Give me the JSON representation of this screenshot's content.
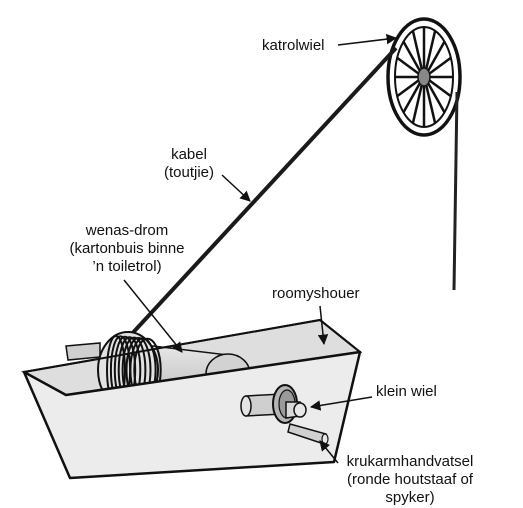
{
  "labels": {
    "pulley": "katrolwiel",
    "cable_line1": "kabel",
    "cable_line2": "(toutjie)",
    "drum_line1": "wenas-drom",
    "drum_line2": "(kartonbuis binne",
    "drum_line3": "’n toiletrol)",
    "holder": "roomyshouer",
    "small_wheel": "klein wiel",
    "crank_line1": "krukarmhandvatsel",
    "crank_line2": "(ronde houtstaaf of",
    "crank_line3": "spyker)"
  },
  "colors": {
    "outline": "#111111",
    "tub_fill": "#ececec",
    "tub_inner": "#dcdcdc",
    "cylinder": "#d6d6d6",
    "cable": "#1a1a1a"
  }
}
